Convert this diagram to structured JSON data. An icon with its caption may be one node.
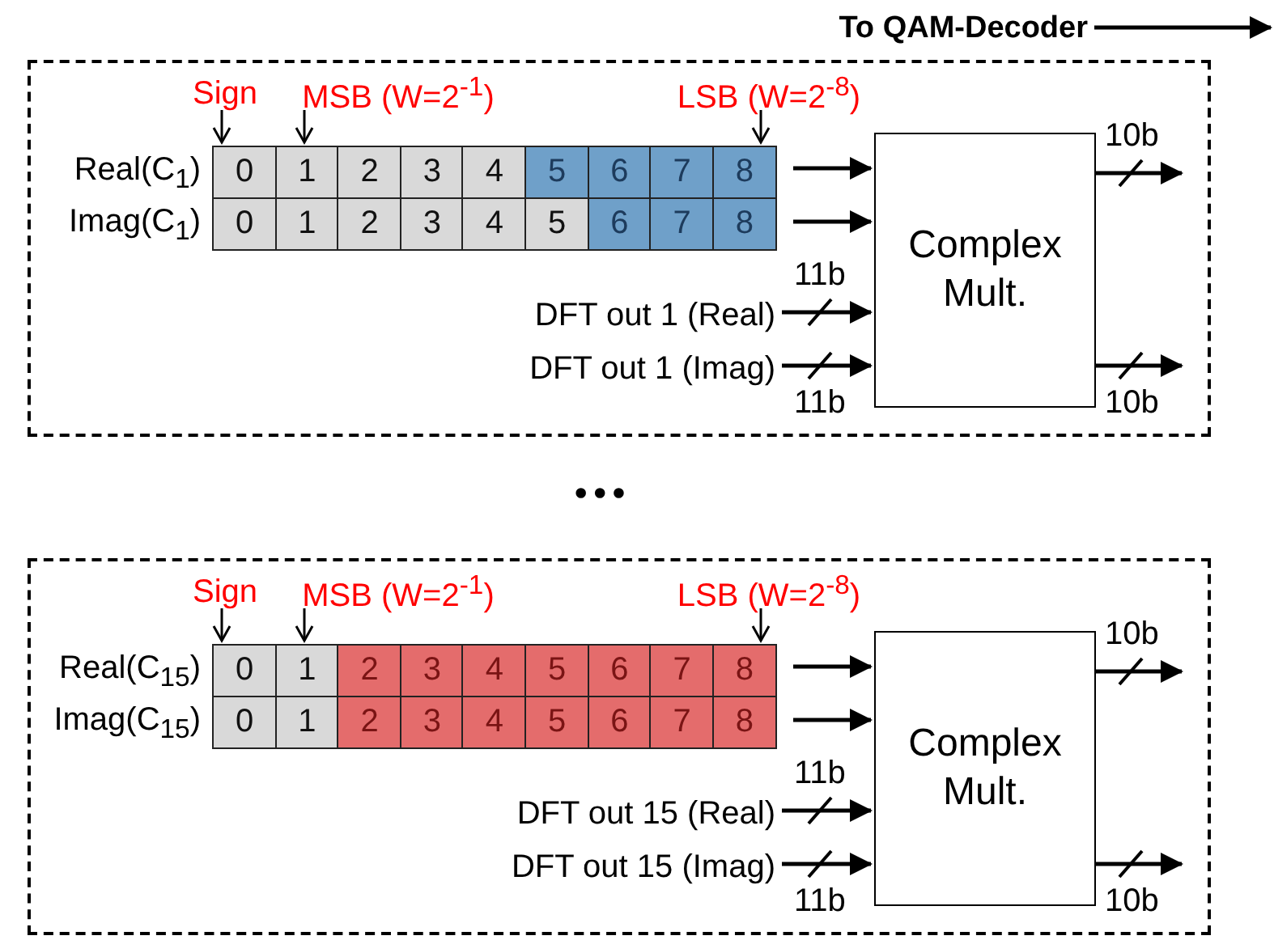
{
  "diagram": {
    "nodes": [
      {
        "text": [
          "To QAM-Decoder"
        ]
      },
      {
        "text": [],
        "shape": "box"
      },
      {
        "text": [
          "Sign"
        ],
        "in": 1
      },
      {
        "text": [
          "MSB (W=2$^{-1}$)"
        ],
        "in": 1
      },
      {
        "text": [
          "LSB (W=2$^{-8}$)"
        ],
        "in": 1
      },
      {
        "text": [
          "0",
          "1",
          "2",
          "3",
          "4",
          "5",
          "6",
          "7",
          "8"
        ],
        "beside": [
          "Real(C$_{1}$)"
        ],
        "in": 1
      },
      {
        "text": [
          "0",
          "1",
          "2",
          "3",
          "4",
          "5",
          "6",
          "7",
          "8"
        ],
        "beside": [
          "Imag(C$_{1}$)"
        ],
        "in": 1
      },
      {
        "text": [
          "Complex Mult."
        ],
        "in": 1
      },
      {
        "text": [
          "DFT out 1 (Real)"
        ],
        "in": 1
      },
      {
        "text": [
          "DFT out 1 (Imag)"
        ],
        "in": 1
      },
      {
        "text": [],
        "shape": "box"
      },
      {
        "text": [
          "Sign"
        ],
        "in": 10
      },
      {
        "text": [
          "MSB (W=2$^{-1}$)"
        ],
        "in": 10
      },
      {
        "text": [
          "LSB (W=2$^{-8}$)"
        ],
        "in": 10
      },
      {
        "text": [
          "0",
          "1",
          "2",
          "3",
          "4",
          "5",
          "6",
          "7",
          "8"
        ],
        "beside": [
          "Real(C$_{15}$)"
        ],
        "in": 10
      },
      {
        "text": [
          "0",
          "1",
          "2",
          "3",
          "4",
          "5",
          "6",
          "7",
          "8"
        ],
        "beside": [
          "Imag(C$_{15}$)"
        ],
        "in": 10
      },
      {
        "text": [
          "Complex Mult."
        ],
        "in": 10
      },
      {
        "text": [
          "DFT out 15 (Real)"
        ],
        "in": 10
      },
      {
        "text": [
          "DFT out 15 (Imag)"
        ],
        "in": 10
      }
    ],
    "edges": [
      {
        "from": 0,
        "to": null,
        "arrow": "to"
      },
      {
        "from": 2,
        "to": 5,
        "arrow": "to"
      },
      {
        "from": 3,
        "to": 5,
        "arrow": "to"
      },
      {
        "from": 4,
        "to": 5,
        "arrow": "to"
      },
      {
        "from": 5,
        "to": 7,
        "arrow": "to"
      },
      {
        "from": 6,
        "to": 7,
        "arrow": "to"
      },
      {
        "from": 8,
        "to": 7,
        "arrow": "to",
        "label": "11b"
      },
      {
        "from": 9,
        "to": 7,
        "arrow": "to",
        "label": "11b"
      },
      {
        "from": 7,
        "to": null,
        "arrow": "to",
        "label": "10b"
      },
      {
        "from": 7,
        "to": null,
        "arrow": "to",
        "label": "10b"
      },
      {
        "from": 11,
        "to": 14,
        "arrow": "to"
      },
      {
        "from": 12,
        "to": 14,
        "arrow": "to"
      },
      {
        "from": 13,
        "to": 14,
        "arrow": "to"
      },
      {
        "from": 14,
        "to": 16,
        "arrow": "to"
      },
      {
        "from": 15,
        "to": 16,
        "arrow": "to"
      },
      {
        "from": 17,
        "to": 16,
        "arrow": "to",
        "label": "11b"
      },
      {
        "from": 18,
        "to": 16,
        "arrow": "to",
        "label": "11b"
      },
      {
        "from": 16,
        "to": null,
        "arrow": "to",
        "label": "10b"
      },
      {
        "from": 16,
        "to": null,
        "arrow": "to",
        "label": "10b"
      }
    ],
    "labels": [
      "•••"
    ]
  }
}
